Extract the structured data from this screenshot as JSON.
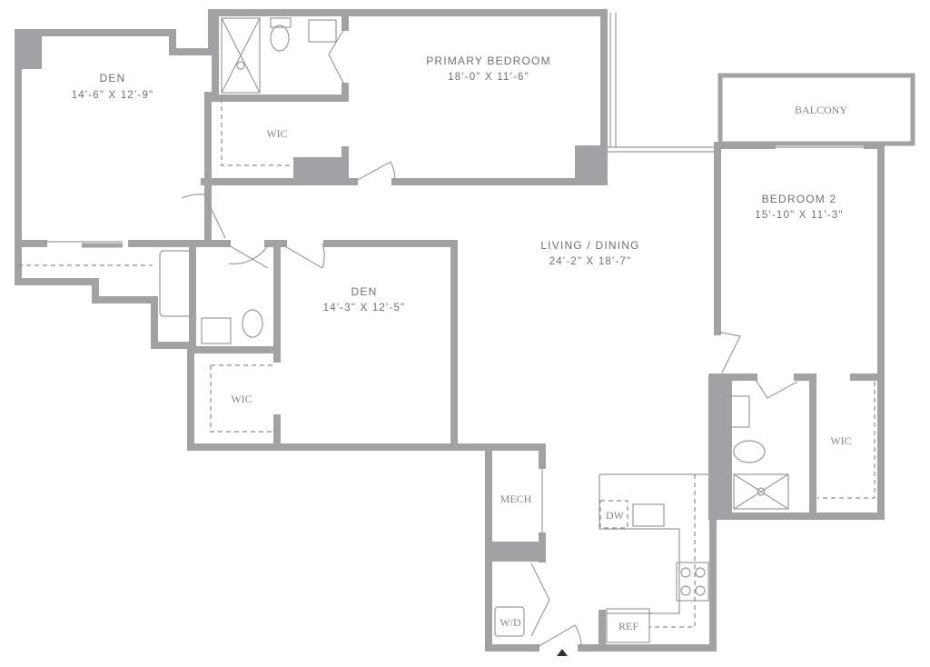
{
  "rooms": {
    "den_left": {
      "name": "DEN",
      "dims": "14'-6\" X 12'-9\""
    },
    "primary_bedroom": {
      "name": "PRIMARY BEDROOM",
      "dims": "18'-0\" X 11'-6\""
    },
    "living_dining": {
      "name": "LIVING / DINING",
      "dims": "24'-2\" X 18'-7\""
    },
    "den_center": {
      "name": "DEN",
      "dims": "14'-3\" X 12'-5\""
    },
    "bedroom_2": {
      "name": "BEDROOM 2",
      "dims": "15'-10\" X 11'-3\""
    },
    "balcony": {
      "name": "BALCONY"
    }
  },
  "labels": {
    "wic_primary": "WIC",
    "wic_den": "WIC",
    "wic_bedroom2": "WIC",
    "mech": "MECH",
    "wd": "W/D",
    "dw": "DW",
    "ref": "REF"
  },
  "colors": {
    "wall": "#a2a2a5",
    "text": "#6f6f72"
  }
}
